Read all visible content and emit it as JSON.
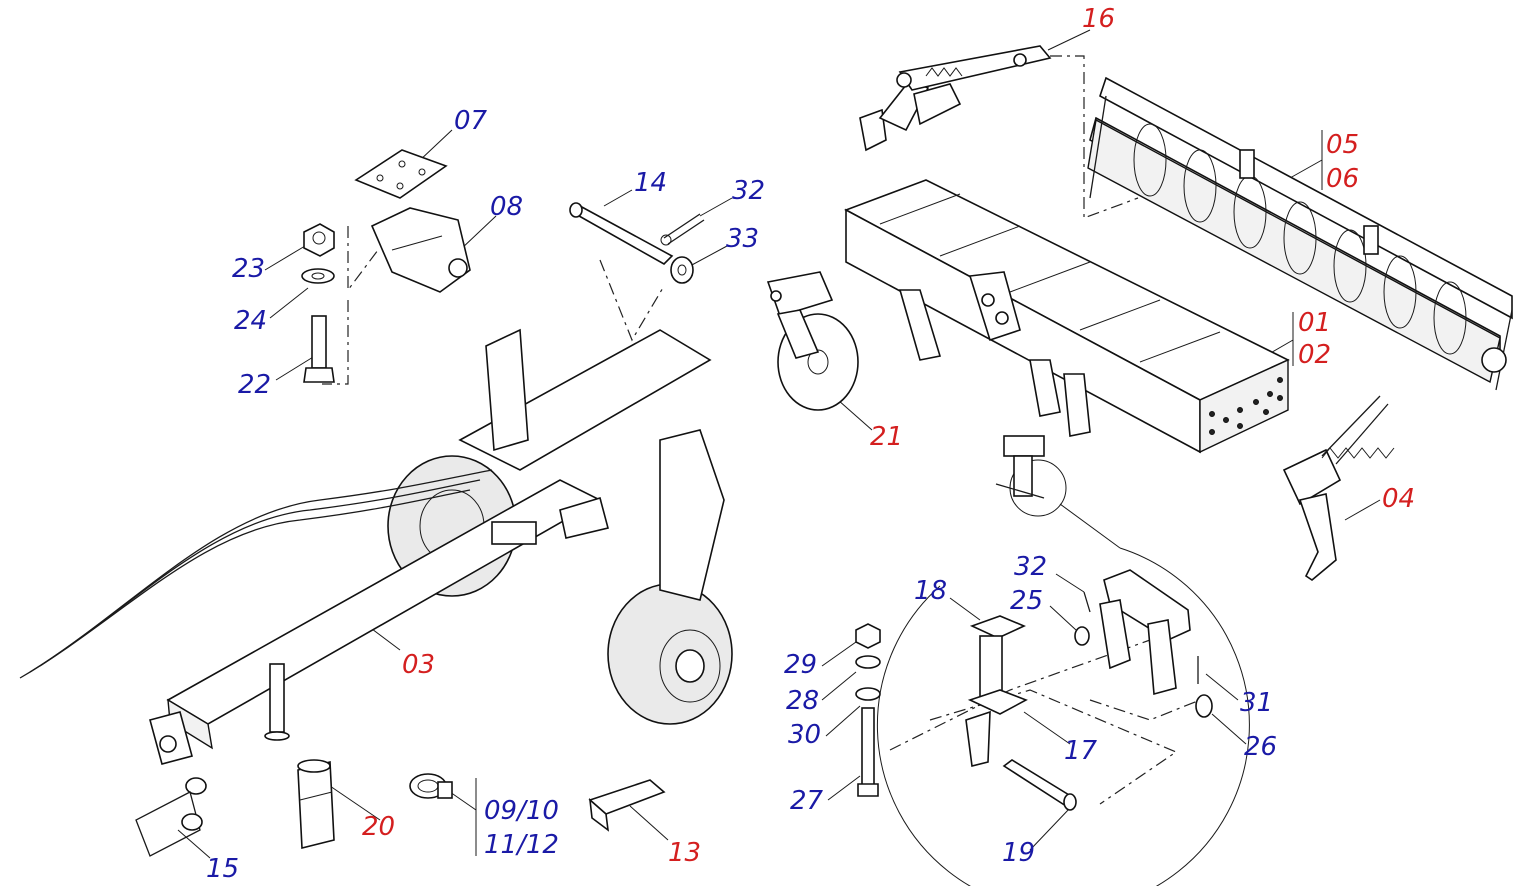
{
  "colors": {
    "main_part_label": "#d41f1f",
    "sub_part_label": "#1a1aa6"
  },
  "labels": {
    "p01": "01",
    "p02": "02",
    "p03": "03",
    "p04": "04",
    "p05": "05",
    "p06": "06",
    "p07": "07",
    "p08": "08",
    "p0910": "09/10",
    "p1112": "11/12",
    "p13": "13",
    "p14": "14",
    "p15": "15",
    "p16": "16",
    "p17": "17",
    "p18": "18",
    "p19": "19",
    "p20": "20",
    "p21": "21",
    "p22": "22",
    "p23": "23",
    "p24": "24",
    "p25": "25",
    "p26": "26",
    "p27": "27",
    "p28": "28",
    "p29": "29",
    "p30": "30",
    "p31": "31",
    "p32a": "32",
    "p32b": "32",
    "p33": "33"
  }
}
